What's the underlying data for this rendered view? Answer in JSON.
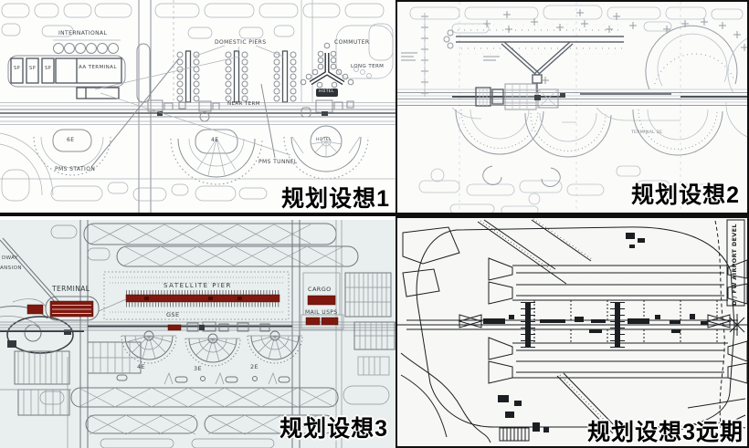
{
  "colors": {
    "red_highlight": "#7f180f",
    "panel3_background": "#e9efee",
    "caption_color": "#000000",
    "drawing_line_grey": "#8a9097",
    "drawing_line_black": "#1c1f22"
  },
  "panels": {
    "p1": {
      "caption": "规划设想1",
      "labels": {
        "international": "INTERNATIONAL",
        "sp1": "SP",
        "sp2": "SP",
        "sp3": "SP",
        "aa_terminal": "AA TERMINAL",
        "domestic_piers": "DOMESTIC PIERS",
        "commuter": "COMMUTER",
        "long_term": "LONG TERM",
        "hotel_small": "HOTEL",
        "near_term": "NEAR TERM",
        "area_6e": "6E",
        "area_4e": "4E",
        "hotel_center": "HOTEL",
        "pms_station": "PMS STATION",
        "pms_tunnel": "PMS TUNNEL"
      }
    },
    "p2": {
      "caption": "规划设想2",
      "labels": {
        "terminal_2e": "TERMINAL 2E"
      }
    },
    "p3": {
      "caption": "规划设想3",
      "labels": {
        "roadway_clip_line1": "DWAY",
        "roadway_clip_line2": "ANSION",
        "terminal": "TERMINAL",
        "satellite_pier": "SATELLITE PIER",
        "gse": "GSE",
        "cargo": "CARGO",
        "mail_usps": "MAIL USPS",
        "area_4e": "4E",
        "area_3e": "3E",
        "area_2e": "2E"
      }
    },
    "p4": {
      "caption": "规划设想3远期",
      "labels": {
        "edge_vertical": "D / FW AIRPORT DEVEL"
      }
    }
  }
}
